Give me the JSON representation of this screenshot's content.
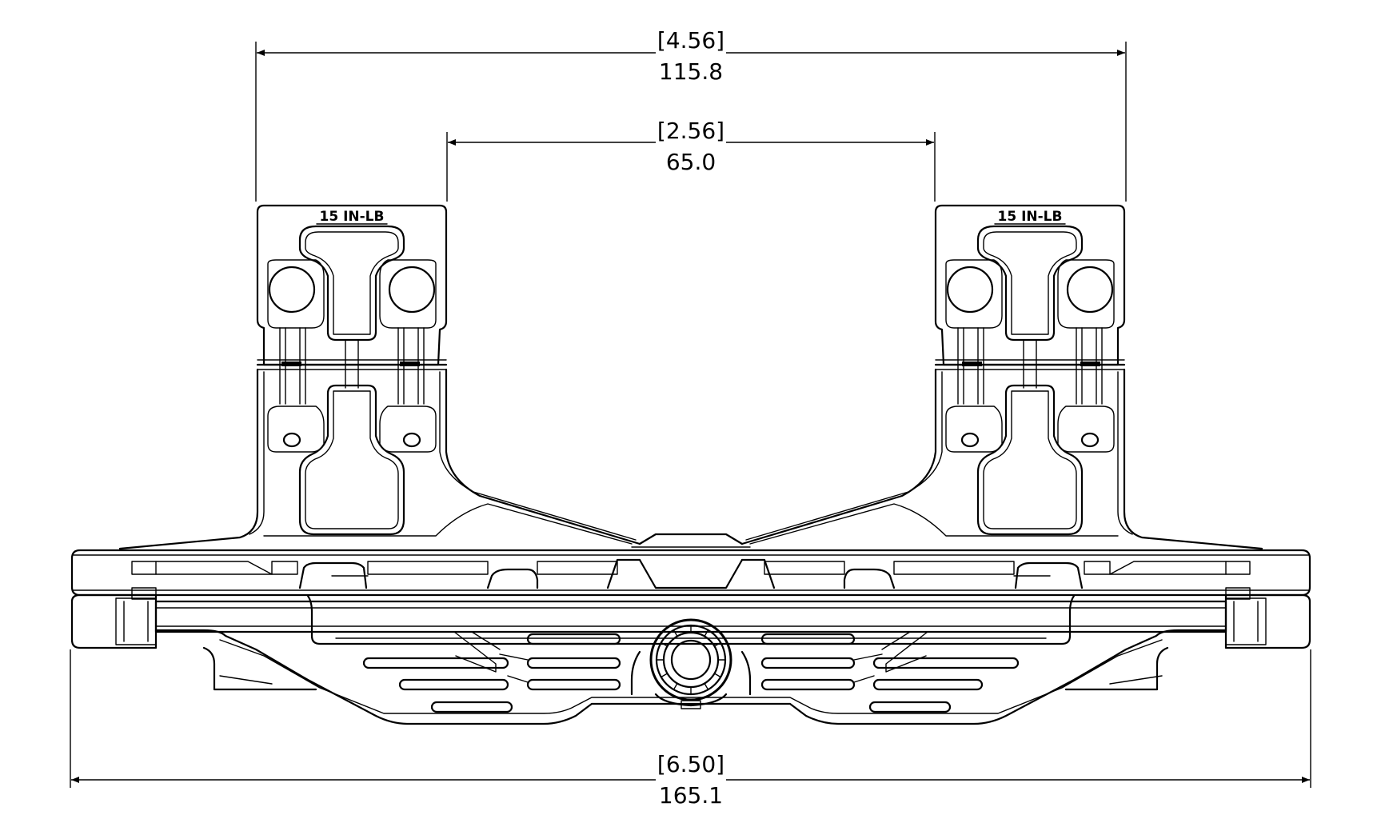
{
  "colors": {
    "line": "#000000",
    "background": "#ffffff"
  },
  "dimensions": {
    "ring_spacing": {
      "inch": "[4.56]",
      "mm": "115.8"
    },
    "inner_spacing": {
      "inch": "[2.56]",
      "mm": "65.0"
    },
    "overall_length": {
      "inch": "[6.50]",
      "mm": "165.1"
    }
  },
  "labels": {
    "torque_left": "15 IN-LB",
    "torque_right": "15 IN-LB"
  }
}
